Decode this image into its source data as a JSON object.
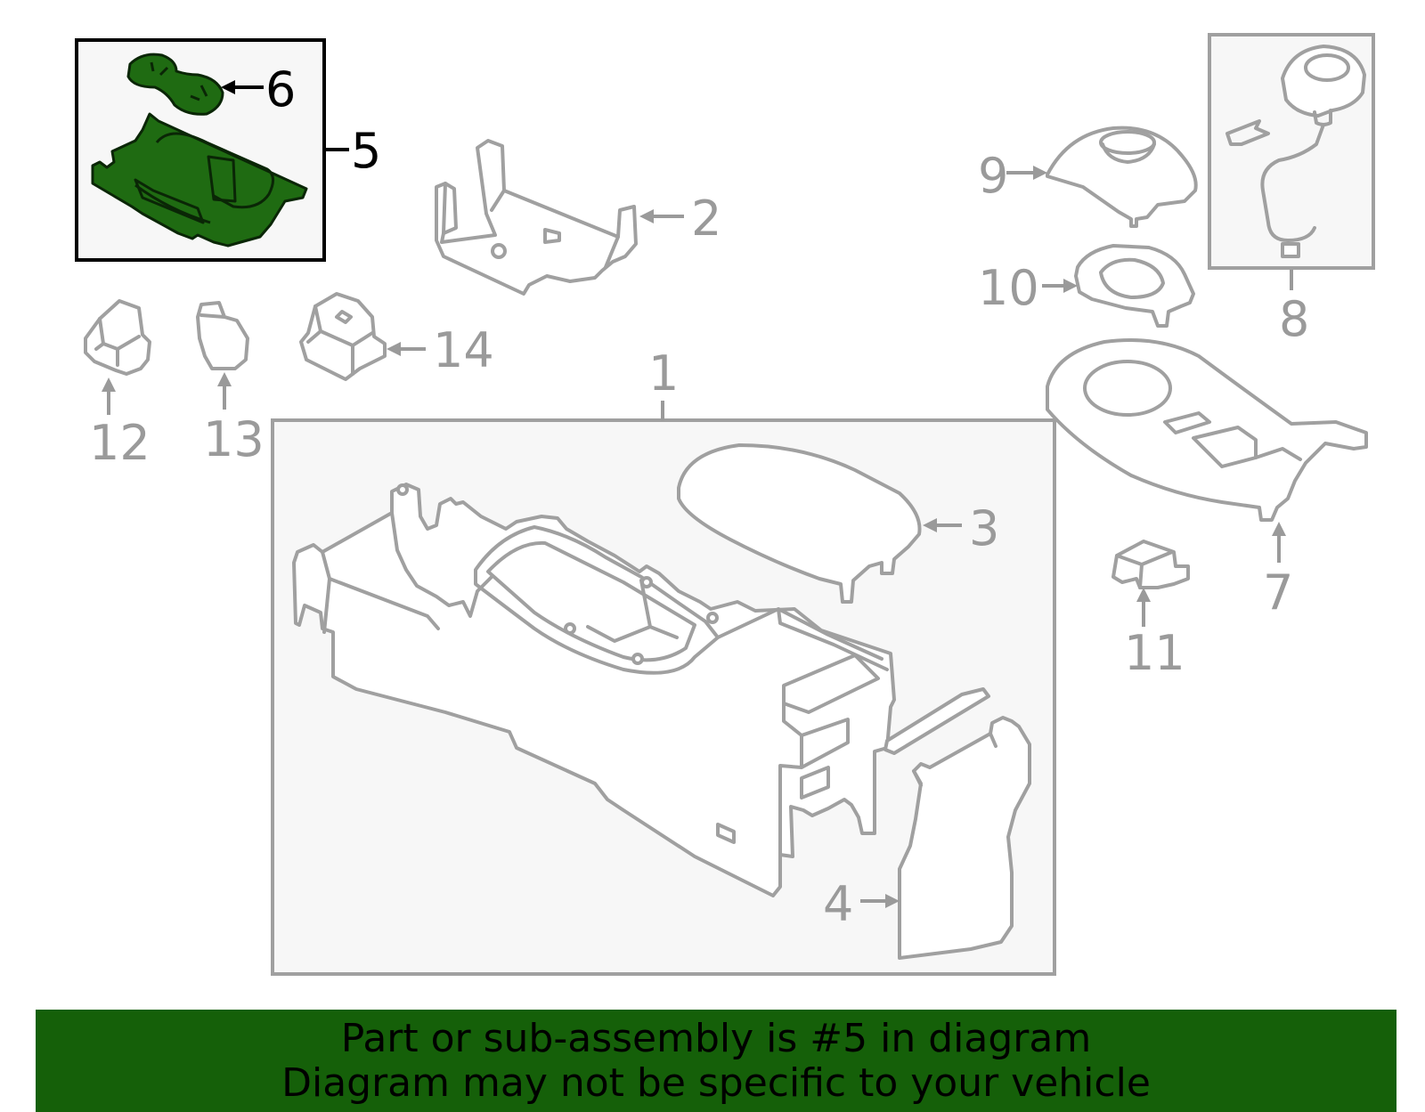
{
  "diagram": {
    "callouts": {
      "c1": "1",
      "c2": "2",
      "c3": "3",
      "c4": "4",
      "c5": "5",
      "c6": "6",
      "c7": "7",
      "c8": "8",
      "c9": "9",
      "c10": "10",
      "c11": "11",
      "c12": "12",
      "c13": "13",
      "c14": "14"
    },
    "highlighted_part": "5",
    "colors": {
      "highlight": "#1f6b12",
      "banner": "#156009",
      "line": "#a0a0a0"
    }
  },
  "banner": {
    "line1": "Part or sub-assembly is #5 in diagram",
    "line2": "Diagram may not be specific to your vehicle"
  }
}
